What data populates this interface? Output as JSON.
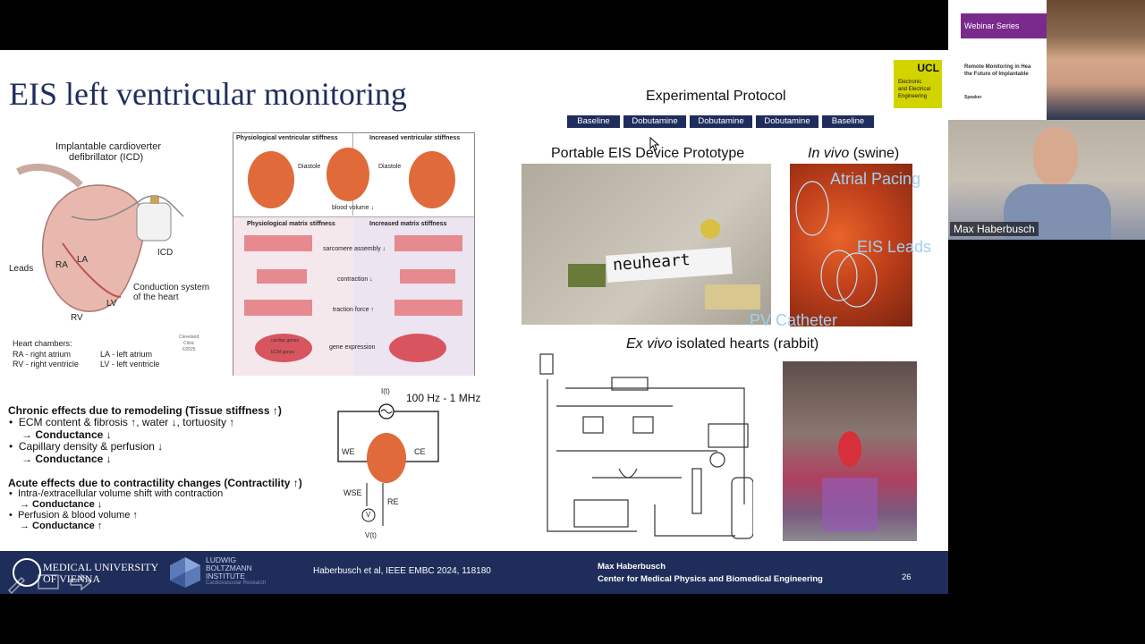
{
  "slide": {
    "title": "EIS left ventricular monitoring",
    "icd_caption_line1": "Implantable cardioverter",
    "icd_caption_line2": "defibrillator (ICD)",
    "icd_labels": {
      "leads": "Leads",
      "ra": "RA",
      "la": "LA",
      "rv": "RV",
      "lv": "LV",
      "icd": "ICD",
      "conduction_line1": "Conduction system",
      "conduction_line2": "of the heart",
      "chambers_title": "Heart chambers:",
      "ra_def": "RA - right atrium",
      "la_def": "LA - left atrium",
      "rv_def": "RV - right ventricle",
      "lv_def": "LV - left ventricle",
      "clinic_line1": "Cleveland",
      "clinic_line2": "Clinic",
      "clinic_line3": "©2025"
    },
    "stiffness": {
      "physio_header": "Physiological ventricular stiffness",
      "increased_header": "Increased ventricular stiffness",
      "diastole_left": "Diastole",
      "diastole_right": "Diastole",
      "blood_volume": "blood volume ↓",
      "matrix_physio": "Physiological matrix stiffness",
      "matrix_increased": "Increased matrix stiffness",
      "sarcomere": "sarcomere assembly ↓",
      "contraction": "contraction ↓",
      "traction": "traction force ↑",
      "gene_expression": "gene expression",
      "cardiac_genes": "cardiac genes",
      "ecm_genes": "ECM genes"
    },
    "circuit": {
      "current": "I(t)",
      "frequency": "100 Hz - 1 MHz",
      "we": "WE",
      "ce": "CE",
      "wse": "WSE",
      "re": "RE",
      "voltage": "V(t)",
      "v_symbol": "V"
    },
    "effects": {
      "chronic_heading": "Chronic effects due to remodeling (Tissue stiffness ↑)",
      "chronic_b1": "ECM content & fibrosis ↑, water ↓, tortuosity ↑",
      "chronic_r1": "→ Conductance ↓",
      "chronic_b2": "Capillary density & perfusion ↓",
      "chronic_r2": "→ Conductance ↓",
      "acute_heading": "Acute effects due to contractility changes (Contractility ↑)",
      "acute_b1": "Intra-/extracellular volume shift with contraction",
      "acute_r1": "→ Conductance ↓",
      "acute_b2": "Perfusion & blood volume ↑",
      "acute_r2": "→ Conductance ↑"
    },
    "protocol": {
      "heading": "Experimental Protocol",
      "steps": [
        "Baseline",
        "Dobutamine",
        "Dobutamine",
        "Dobutamine",
        "Baseline"
      ]
    },
    "portable_caption": "Portable EIS Device Prototype",
    "device_brand": "neuheart",
    "invivo_italic": "In vivo",
    "invivo_rest": " (swine)",
    "invivo_overlays": {
      "atrial": "Atrial Pacing",
      "eis": "EIS Leads",
      "pv": "PV Catheter"
    },
    "exvivo_italic": "Ex vivo",
    "exvivo_rest": " isolated hearts (rabbit)",
    "ucl_logo_text": "UCL",
    "ucl_line1": "Electronic",
    "ucl_line2": "and Electrical",
    "ucl_line3": "Engineering"
  },
  "footer": {
    "meduni_line1": "MEDICAL UNIVERSITY",
    "meduni_line2": "OF VIENNA",
    "lbi_line1": "LUDWIG",
    "lbi_line2": "BOLTZMANN",
    "lbi_line3": "INSTITUTE",
    "lbi_line4": "Cardiovascular Research",
    "citation": "Haberbusch et al, IEEE EMBC 2024, 118180",
    "presenter_name": "Max Haberbusch",
    "presenter_affiliation": "Center for Medical Physics and Biomedical Engineering",
    "page_number": "26"
  },
  "video_panel": {
    "webinar_label": "Webinar Series",
    "webinar_title_line1": "Remote Monitoring in Hea",
    "webinar_title_line2": "the Future of Implantable",
    "speaker_label": "Speaker",
    "speaker_name_tag": "Max Haberbusch"
  },
  "colors": {
    "slide_title": "#1f2d5c",
    "footer_bg": "#1e2d5a",
    "protocol_box": "#1f2d5c",
    "webinar_purple": "#7a2a8c",
    "ucl_yellow": "#d2d400"
  }
}
